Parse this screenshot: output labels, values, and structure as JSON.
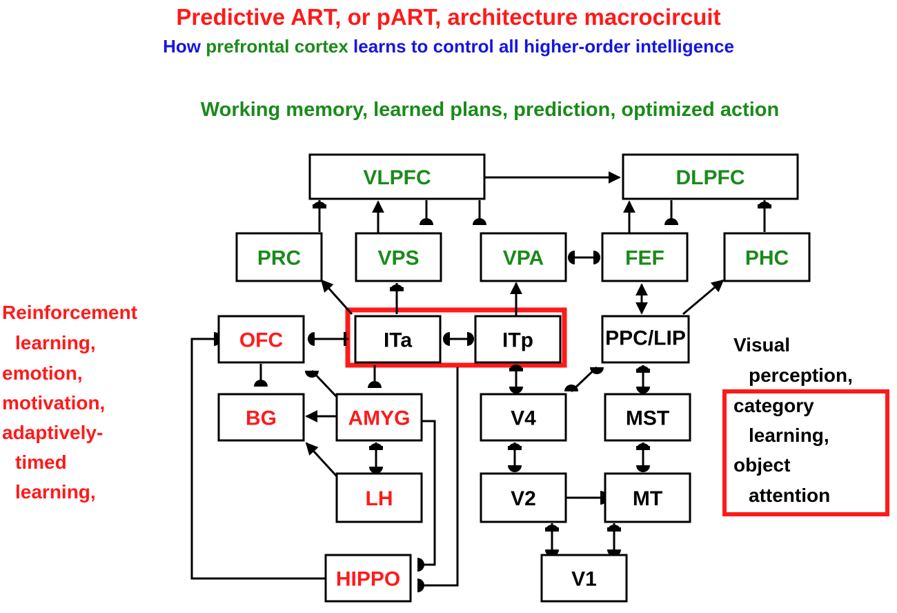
{
  "title": "Predictive ART, or pART, architecture macrocircuit",
  "subtitle": {
    "part1": "How ",
    "part2": "prefrontal cortex",
    "part3": " learns to control ",
    "part4": "all higher-order intelligence"
  },
  "frontal_caption": "Working memory, learned plans,  prediction, optimized action",
  "left_caption": [
    "Reinforcement",
    "learning,",
    "emotion,",
    "motivation,",
    "adaptively-",
    "timed",
    "learning,"
  ],
  "right_caption": [
    "Visual",
    "perception,",
    "category",
    "learning,",
    "object",
    "attention"
  ],
  "nodes": {
    "VLPFC": "VLPFC",
    "DLPFC": "DLPFC",
    "PRC": "PRC",
    "VPS": "VPS",
    "VPA": "VPA",
    "FEF": "FEF",
    "PHC": "PHC",
    "OFC": "OFC",
    "ITa": "ITa",
    "ITp": "ITp",
    "PPC": "PPC/LIP",
    "BG": "BG",
    "AMYG": "AMYG",
    "V4": "V4",
    "MST": "MST",
    "LH": "LH",
    "V2": "V2",
    "MT": "MT",
    "HIPPO": "HIPPO",
    "V1": "V1"
  },
  "colors": {
    "title": "#ff1a1a",
    "subtitle_blue": "#1515e0",
    "green": "#1a8a1a",
    "red": "#ff1a1a",
    "black": "#000000",
    "highlight": "#ff1a1a"
  }
}
